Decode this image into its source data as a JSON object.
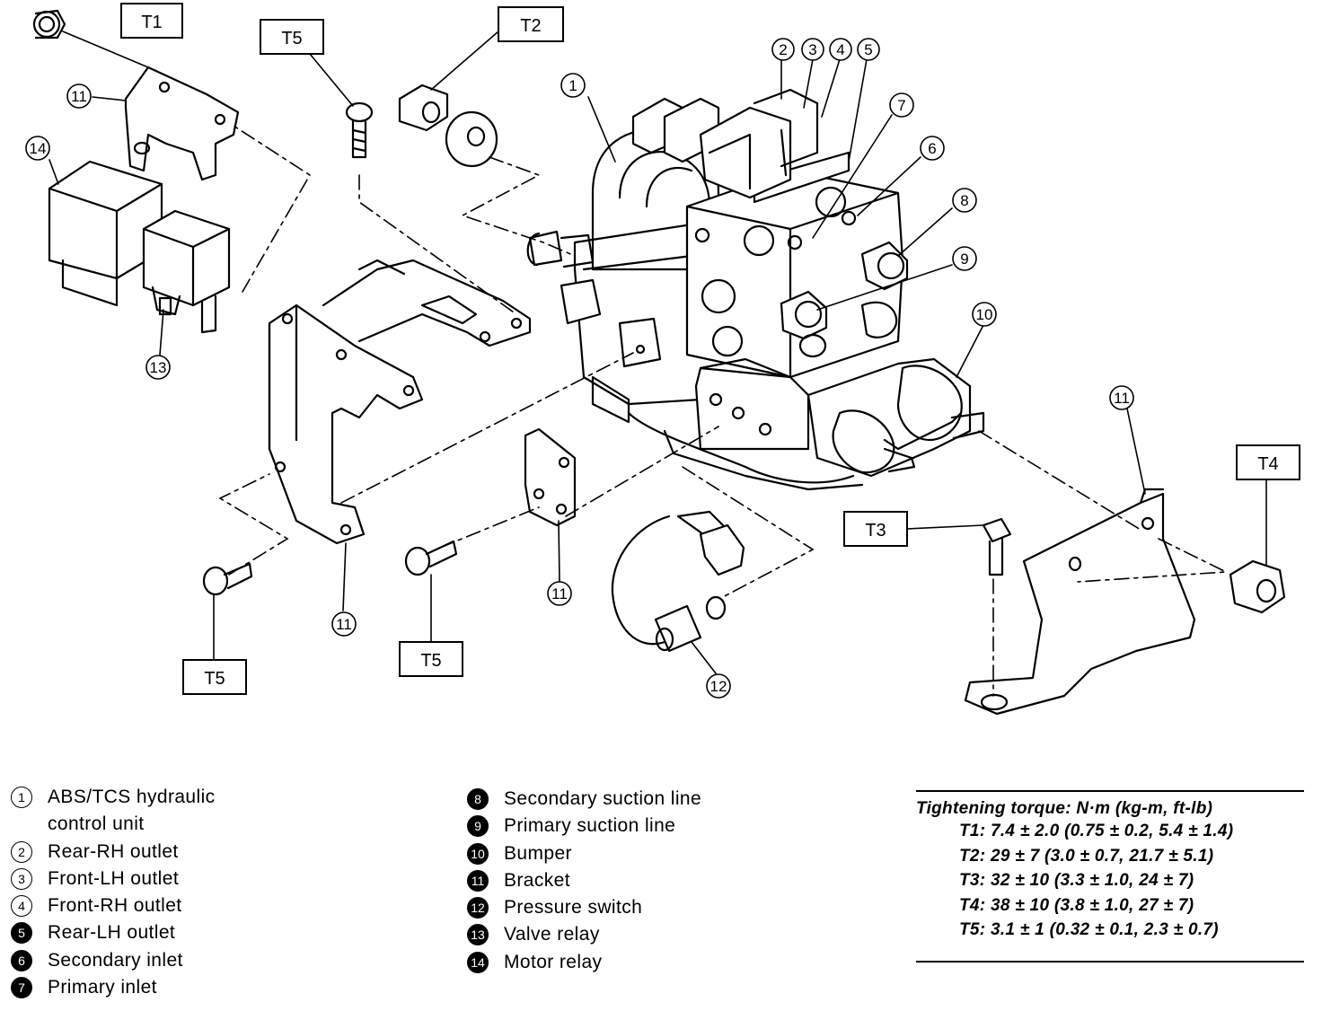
{
  "torque_boxes": {
    "t1_top": "T1",
    "t2": "T2",
    "t5_top": "T5",
    "t5_left": "T5",
    "t5_mid": "T5",
    "t3": "T3",
    "t4": "T4"
  },
  "callouts": {
    "c1": "1",
    "c2": "2",
    "c3": "3",
    "c4": "4",
    "c5": "5",
    "c6": "6",
    "c7": "7",
    "c8": "8",
    "c9": "9",
    "c10": "10",
    "c11a": "11",
    "c11b": "11",
    "c11c": "11",
    "c11d": "11",
    "c12": "12",
    "c13": "13",
    "c14": "14"
  },
  "legend_left": [
    {
      "num": "1",
      "text": "ABS/TCS hydraulic\ncontrol unit"
    },
    {
      "num": "2",
      "text": "Rear-RH outlet"
    },
    {
      "num": "3",
      "text": "Front-LH outlet"
    },
    {
      "num": "4",
      "text": "Front-RH outlet"
    },
    {
      "num": "5",
      "text": "Rear-LH outlet"
    },
    {
      "num": "6",
      "text": "Secondary inlet"
    },
    {
      "num": "7",
      "text": "Primary inlet"
    }
  ],
  "legend_right": [
    {
      "num": "8",
      "text": "Secondary suction line"
    },
    {
      "num": "9",
      "text": "Primary suction line"
    },
    {
      "num": "10",
      "text": "Bumper"
    },
    {
      "num": "11",
      "text": "Bracket"
    },
    {
      "num": "12",
      "text": "Pressure switch"
    },
    {
      "num": "13",
      "text": "Valve relay"
    },
    {
      "num": "14",
      "text": "Motor relay"
    }
  ],
  "torque_table": {
    "title": "Tightening torque: N·m (kg-m, ft-lb)",
    "rows": [
      "T1: 7.4 ± 2.0 (0.75 ± 0.2, 5.4 ± 1.4)",
      "T2: 29 ± 7 (3.0 ± 0.7, 21.7 ± 5.1)",
      "T3: 32 ± 10 (3.3 ± 1.0, 24 ± 7)",
      "T4: 38 ± 10 (3.8 ± 1.0, 27 ± 7)",
      "T5: 3.1 ± 1 (0.32 ± 0.1, 2.3 ± 0.7)"
    ]
  }
}
